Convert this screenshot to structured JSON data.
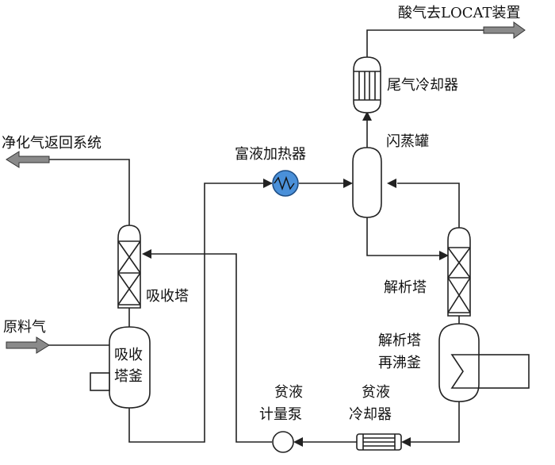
{
  "labels": {
    "acid_gas_out": "酸气去LOCAT装置",
    "tail_gas_cooler": "尾气冷却器",
    "flash_tank": "闪蒸罐",
    "purified_gas_return": "净化气返回系统",
    "rich_liquid_heater": "富液加热器",
    "absorber": "吸收塔",
    "feed_gas": "原料气",
    "absorber_kettle_line1": "吸收",
    "absorber_kettle_line2": "塔釜",
    "stripper": "解析塔",
    "stripper_reboiler_line1": "解析塔",
    "stripper_reboiler_line2": "再沸釜",
    "lean_pump_line1": "贫液",
    "lean_pump_line2": "计量泵",
    "lean_cooler_line1": "贫液",
    "lean_cooler_line2": "冷却器"
  },
  "colors": {
    "line": "#222222",
    "heater_fill": "#4a90d9",
    "big_arrow_fill": "#8a8a8a"
  }
}
